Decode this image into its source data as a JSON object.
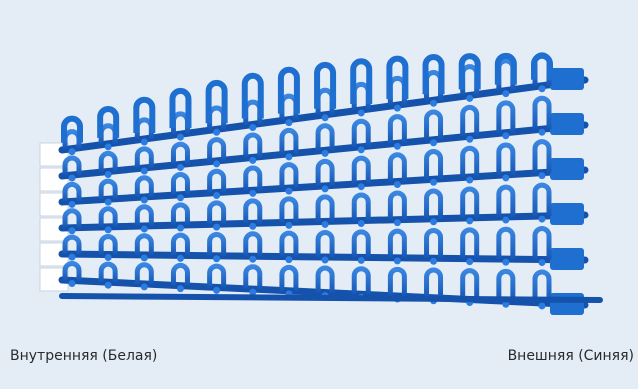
{
  "image": {
    "subject": "blue and white plastic modular chain segments",
    "colors": {
      "background": "#e4edf6",
      "inner_part": "#ffffff",
      "outer_part": "#1f6fd1"
    }
  },
  "captions": {
    "left": "Внутренняя (Белая)",
    "right": "Внешняя (Синяя)"
  }
}
